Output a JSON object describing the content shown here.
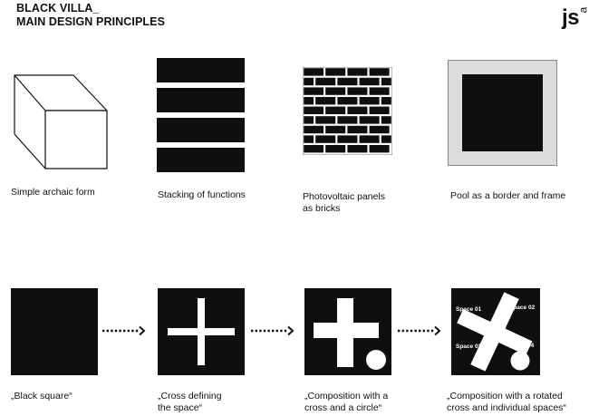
{
  "header": {
    "title_line1": "BLACK VILLA_",
    "title_line2": "MAIN DESIGN PRINCIPLES",
    "logo_text": "js",
    "logo_sup": "a"
  },
  "principles": [
    {
      "caption": "Simple archaic form",
      "icon": "cube-icon"
    },
    {
      "caption": "Stacking of functions",
      "icon": "stacked-bars-icon"
    },
    {
      "caption_line1": "Photovoltaic panels",
      "caption_line2": "as bricks",
      "icon": "brick-wall-icon"
    },
    {
      "caption": "Pool as a border and frame",
      "icon": "pool-frame-icon"
    }
  ],
  "sequence": [
    {
      "caption": "„Black square“"
    },
    {
      "caption_line1": "„Cross defining",
      "caption_line2": "the space“"
    },
    {
      "caption_line1": "„Composition with a",
      "caption_line2": "cross and a circle“"
    },
    {
      "caption_line1": "„Composition with a rotated",
      "caption_line2": "cross and individual spaces“",
      "spaces": [
        "Space 01",
        "Space 02",
        "Space 03",
        "Space 04"
      ]
    }
  ],
  "colors": {
    "black": "#0f0f0f",
    "pool_border": "#dcdcdc",
    "white": "#ffffff"
  }
}
